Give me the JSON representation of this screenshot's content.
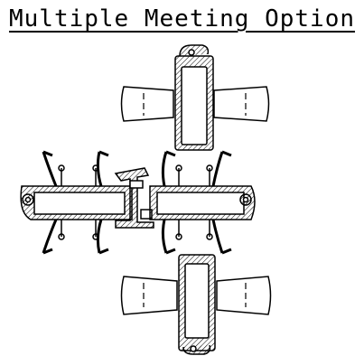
{
  "title": "Multiple Meeting Option",
  "colors": {
    "line": "#000000",
    "hatch": "#000000",
    "background": "#ffffff"
  },
  "diagram": {
    "type": "extrusion-profile-drawing",
    "assemblies": [
      "top-fin-unit",
      "left-mullion",
      "center-connector",
      "right-mullion",
      "bottom-fin-unit"
    ]
  }
}
